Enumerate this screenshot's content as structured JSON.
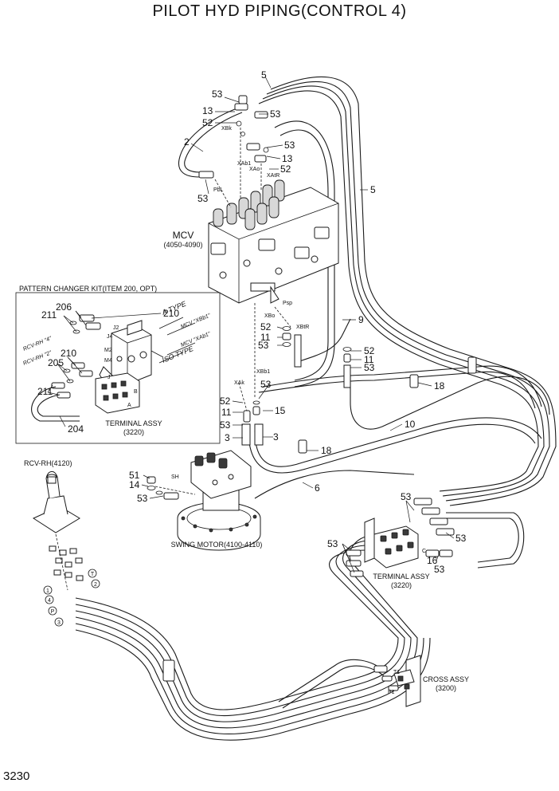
{
  "title": "PILOT HYD PIPING(CONTROL 4)",
  "page_number": "3230",
  "groups": {
    "pattern_kit": "PATTERN CHANGER KIT(ITEM 200, OPT)",
    "mcv_name": "MCV",
    "mcv_range": "(4050-4090)",
    "swing_motor": "SWING MOTOR(4100-4110)",
    "rcv_rh": "RCV-RH(4120)",
    "terminal_assy_kit": "TERMINAL ASSY",
    "terminal_assy_kit_no": "(3220)",
    "terminal_assy_main": "TERMINAL ASSY",
    "terminal_assy_main_no": "(3220)",
    "cross_assy": "CROSS ASSY",
    "cross_assy_no": "(3200)"
  },
  "port_labels": {
    "xbk": "XBk",
    "xab1": "XAb1",
    "xao": "XAo",
    "xatr": "XAtR",
    "pbl": "PbL",
    "psp": "Psp",
    "xbo": "XBo",
    "xbtr": "XBtR",
    "xbb1": "XBb1",
    "xak": "XAk",
    "sh": "SH",
    "t1": "T1",
    "p1": "P1",
    "c": "C",
    "j2": "J2",
    "j4": "J4",
    "m2": "M2",
    "m4": "M4",
    "j": "J",
    "b": "B",
    "a": "A"
  },
  "kit_labels": {
    "a_type": "A TYPE",
    "iso_type": "ISO TYPE",
    "mcv_xbb1": "MCV \"XBb1\"",
    "mcv_xab1": "MCV \"XAb1\"",
    "rcv_rh4": "RCV-RH \"4\"",
    "rcv_rh2": "RCV-RH \"2\""
  },
  "rcv_ports": {
    "p1": "1",
    "p2": "2",
    "p3": "3",
    "p4": "4",
    "pp": "P",
    "pt": "T"
  },
  "callouts": {
    "c5a": "5",
    "c5b": "5",
    "c53a": "53",
    "c13a": "13",
    "c52a": "52",
    "c53b": "53",
    "c2": "2",
    "c53c": "53",
    "c13b": "13",
    "c52b": "52",
    "c53d": "53",
    "c9": "9",
    "c52c": "52",
    "c11a": "11",
    "c53e": "53",
    "c52d": "52",
    "c11b": "11",
    "c53f": "53",
    "c18a": "18",
    "c53g": "53",
    "c52e": "52",
    "c15": "15",
    "c11c": "11",
    "c53h": "53",
    "c3a": "3",
    "c3b": "3",
    "c10": "10",
    "c18b": "18",
    "c51": "51",
    "c14": "14",
    "c53i": "53",
    "c6": "6",
    "c206": "206",
    "c211a": "211",
    "c210a": "210",
    "c210b": "210",
    "c205": "205",
    "c211b": "211",
    "c204": "204",
    "c53j": "53",
    "c53k": "53",
    "c53l": "53",
    "c16": "16",
    "c53m": "53"
  }
}
